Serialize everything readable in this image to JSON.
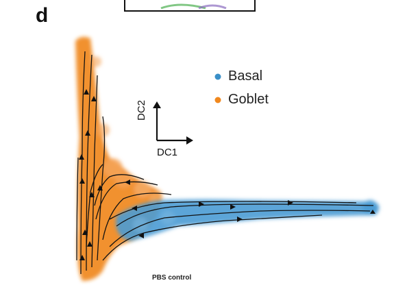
{
  "panel": {
    "label": "d"
  },
  "legend": {
    "items": [
      {
        "label": "Basal",
        "color": "#3a8fc8"
      },
      {
        "label": "Goblet",
        "color": "#f0881e"
      }
    ]
  },
  "axes": {
    "x_label": "DC1",
    "y_label": "DC2"
  },
  "caption": "PBS control",
  "colors": {
    "basal": "#4a9bd4",
    "goblet": "#f0881e",
    "streamline": "#111111",
    "frame": "#111111"
  }
}
